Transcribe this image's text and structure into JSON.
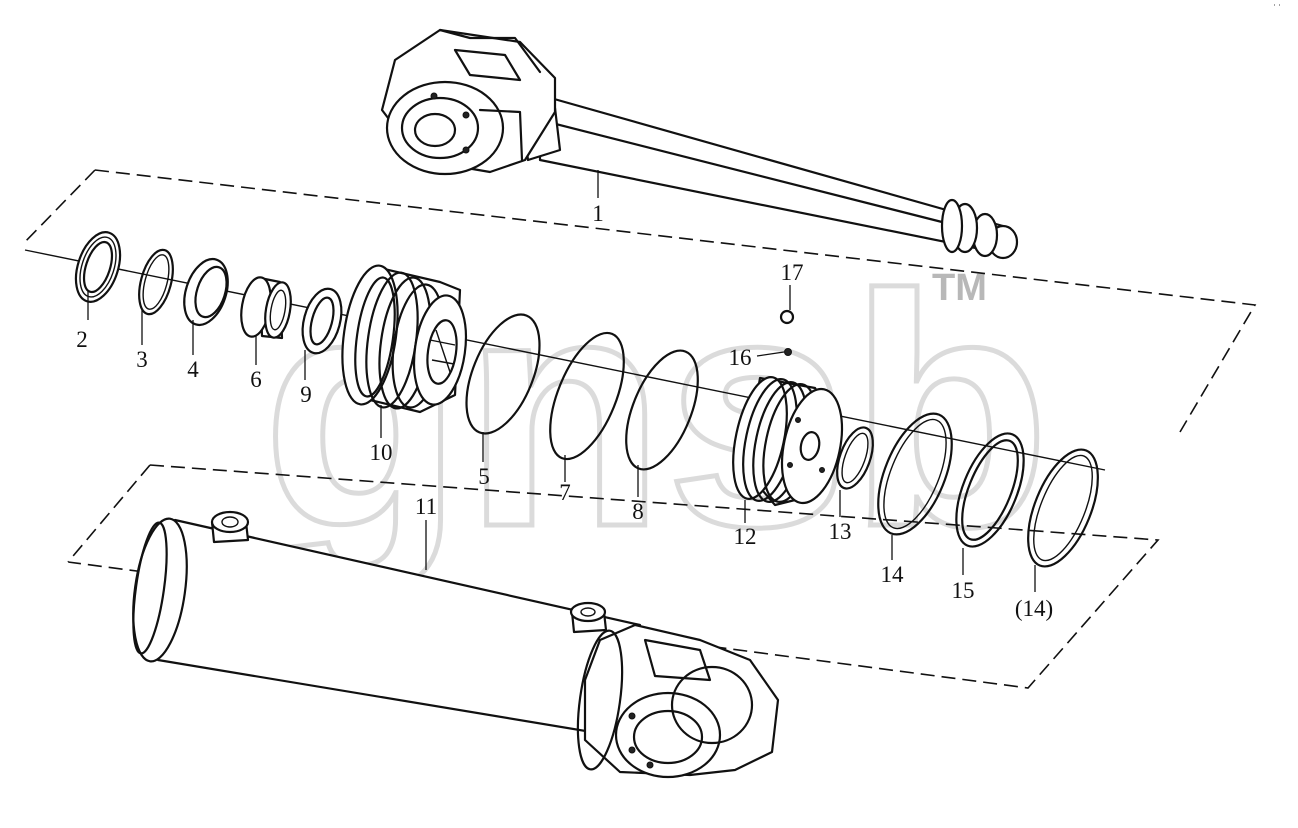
{
  "watermark": {
    "text": "gnsb",
    "trademark": "TM"
  },
  "corner_mark": "˙˙",
  "callouts": {
    "p1": "1",
    "p2": "2",
    "p3": "3",
    "p4": "4",
    "p5": "5",
    "p6": "6",
    "p7": "7",
    "p8": "8",
    "p9": "9",
    "p10": "10",
    "p11": "11",
    "p12": "12",
    "p13": "13",
    "p14": "14",
    "p14b": "(14)",
    "p15": "15",
    "p16": "16",
    "p17": "17"
  }
}
